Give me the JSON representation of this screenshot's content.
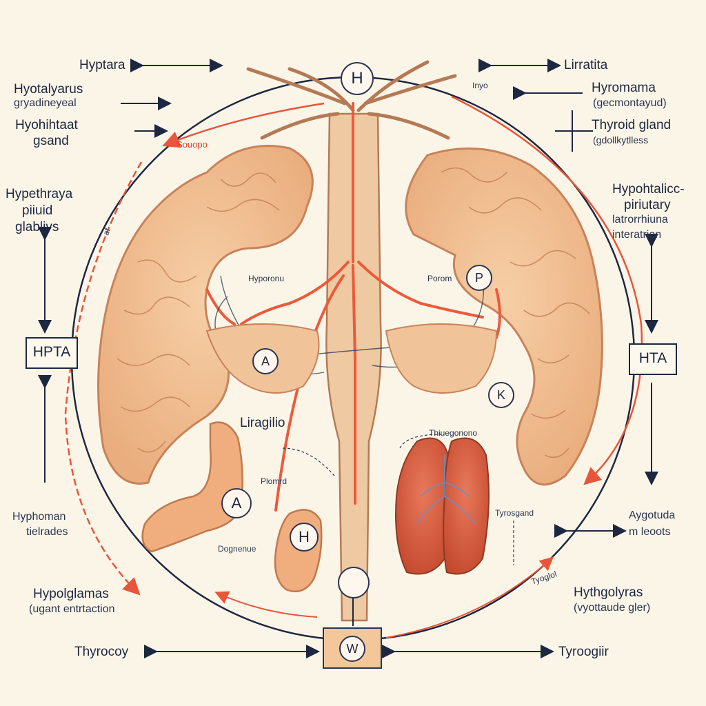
{
  "labels": {
    "hyptara": "Hyptara",
    "hyotalyarus": "Hyotalyarus",
    "gyadinieyeal": "gryadineyeal",
    "hyohihtaat": "Hyohihtaat",
    "gsand": "gsand",
    "hypethraya": "Hypethraya",
    "piiuid": "piiuid",
    "glablivs": "glablivs",
    "hptalbox": "HPTA",
    "hyphoman": "Hyphoman",
    "tielrades": "tielrades",
    "hypolglamas": "Hypolglamas",
    "ugant": "(ugant entrtaction",
    "thyrocoy": "Thyrocoy",
    "lirratita": "Lirratita",
    "hyromama": "Hyromama",
    "gecmontayud": "(gecmontayud)",
    "thyroid_gland": "Thyroid gland",
    "gdollkytlless": "(gdollkytlless",
    "hypothalicc": "Hypohtalicc-",
    "piriutary": "piriutary",
    "latrorrhiuna": "latrorrhiuna",
    "interaction": "interatrion",
    "htabox": "HTA",
    "aygotuda": "Aygotuda",
    "mleoots": "m leoots",
    "hythgolyras": "Hythgolyras",
    "vyottaude": "(vyottaude gler)",
    "tyroogiir": "Tyroogiir",
    "souopo": "Souopo",
    "inyo": "Inyo",
    "hyporonu": "Hyporonu",
    "porom": "Porom",
    "liragilio": "Liragilio",
    "thiuegonono": "Thiuegonono",
    "plomrd": "Plomrd",
    "tyrosgand": "Tyrosgand",
    "dognenue": "Dognenue",
    "tyoglol": "Tyoglol",
    "aflh": "af"
  },
  "markers": {
    "top": "H",
    "a_left": "A",
    "p_right": "P",
    "k_right": "K",
    "a_bottom": "A",
    "h_bottom": "H",
    "w_box": "W"
  },
  "colors": {
    "background": "#fbf5e8",
    "brain": "#f2bf92",
    "brain_stroke": "#c8825a",
    "vessel": "#ec5a3a",
    "ink": "#1d2740",
    "lung": "#d9603e"
  }
}
